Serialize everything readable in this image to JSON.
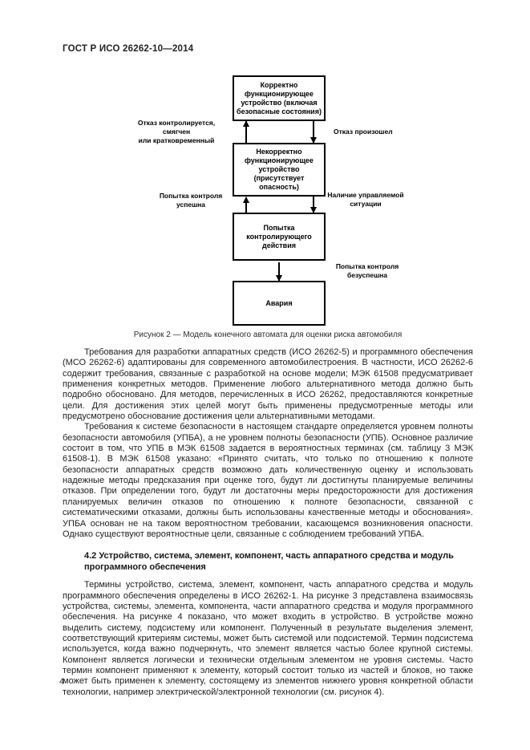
{
  "page": {
    "header": "ГОСТ Р ИСО 26262-10—2014",
    "page_number": "4"
  },
  "figure": {
    "caption": "Рисунок 2 — Модель конечного автомата для оценки риска автомобиля",
    "boxes": {
      "correct": [
        "Корректно",
        "функционирующее",
        "устройство (включая",
        "безопасные состояния)"
      ],
      "incorrect": [
        "Некорректно",
        "функционирующее",
        "устройство",
        "(присутствует",
        "опасность)"
      ],
      "attempt": [
        "Попытка",
        "контролирующего",
        "действия"
      ],
      "accident": [
        "Авария"
      ]
    },
    "labels": {
      "fail_controlled": [
        "Отказ контролируется,",
        "смягчен",
        "или кратковременный"
      ],
      "fail_occurred": [
        "Отказ произошел"
      ],
      "control_success": [
        "Попытка контроля",
        "успешна"
      ],
      "controlled_situation": [
        "Наличие управляемой",
        "ситуации"
      ],
      "control_failed": [
        "Попытка контроля",
        "безуспешна"
      ]
    }
  },
  "content": {
    "para1": "Требования для разработки аппаратных средств (ИСО 26262-5) и программного обеспечения (МСО 26262-6) адаптированы для современного автомобилестроения. В частности, ИСО 26262-6 содержит требования, связанные с разработкой на основе модели; МЭК 61508 предусматривает применения конкретных методов. Применение любого альтернативного метода должно быть подробно обосновано. Для методов, перечисленных в ИСО 26262, предоставляются конкретные цели. Для достижения этих целей могут быть применены предусмотренные методы или предусмотрено обоснование достижения цели альтернативными методами.",
    "para2": "Требования к системе безопасности в настоящем стандарте определяется уровнем полноты безопасности автомобиля (УПБА), а не уровнем полноты безопасности (УПБ). Основное различие состоит в том, что УПБ в МЭК 61508 задается в вероятностных терминах (см. таблицу 3 МЭК 61508-1). В МЭК 61508 указано: «Принято считать, что только по отношению к полноте безопасности аппаратных средств возможно дать количественную оценку и использовать надежные методы предсказания при оценке того, будут ли достигнуты планируемые величины отказов. При определении того, будут ли достаточны меры предосторожности для достижения планируемых величин отказов по отношению к полноте безопасности, связанной с систематическими отказами, должны быть использованы качественные методы и обоснования». УПБА основан не на таком вероятностном требовании, касающемся возникновения опасности. Однако существуют вероятностные цели, связанные с соблюдением требований УПБА.",
    "heading": "4.2 Устройство, система, элемент, компонент, часть аппаратного средства и модуль программного обеспечения",
    "para3": "Термины устройство, система, элемент, компонент, часть аппаратного средства и модуль программного обеспечения определены в ИСО 26262-1. На рисунке 3 представлена взаимосвязь устройства, системы, элемента, компонента, части аппаратного средства и модуля программного обеспечения. На рисунке 4 показано, что может входить в устройство. В устройстве можно выделить систему, подсистему или компонент. Полученный в результате выделения элемент, соответствующий критериям системы, может быть системой или подсистемой. Термин подсистема используется, когда важно подчеркнуть, что элемент является частью более крупной системы. Компонент является логически и технически отдельным элементом не уровня системы. Часто термин компонент применяют к элементу, который состоит только из частей и блоков, но также может быть применен к элементу, состоящему из элементов нижнего уровня конкретной области технологии, например электрической/электронной технологии (см. рисунок 4)."
  }
}
